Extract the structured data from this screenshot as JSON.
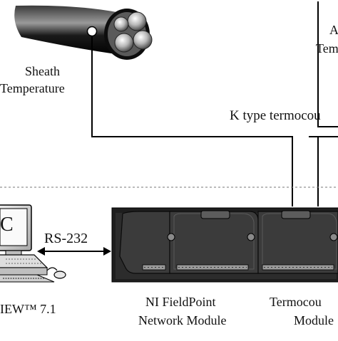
{
  "labels": {
    "sheath_line1": "Sheath",
    "sheath_line2": "Temperature",
    "cropped_top_a": "A",
    "cropped_top_tem": "Tem",
    "thermocouple": "K type termocou",
    "rs232": "RS-232",
    "labview": "IEW™ 7.1",
    "labview_c": "C",
    "nifp_line1": "NI FieldPoint",
    "nifp_line2": "Network  Module",
    "termo_line1": "Termocou",
    "termo_line2": "Module"
  }
}
